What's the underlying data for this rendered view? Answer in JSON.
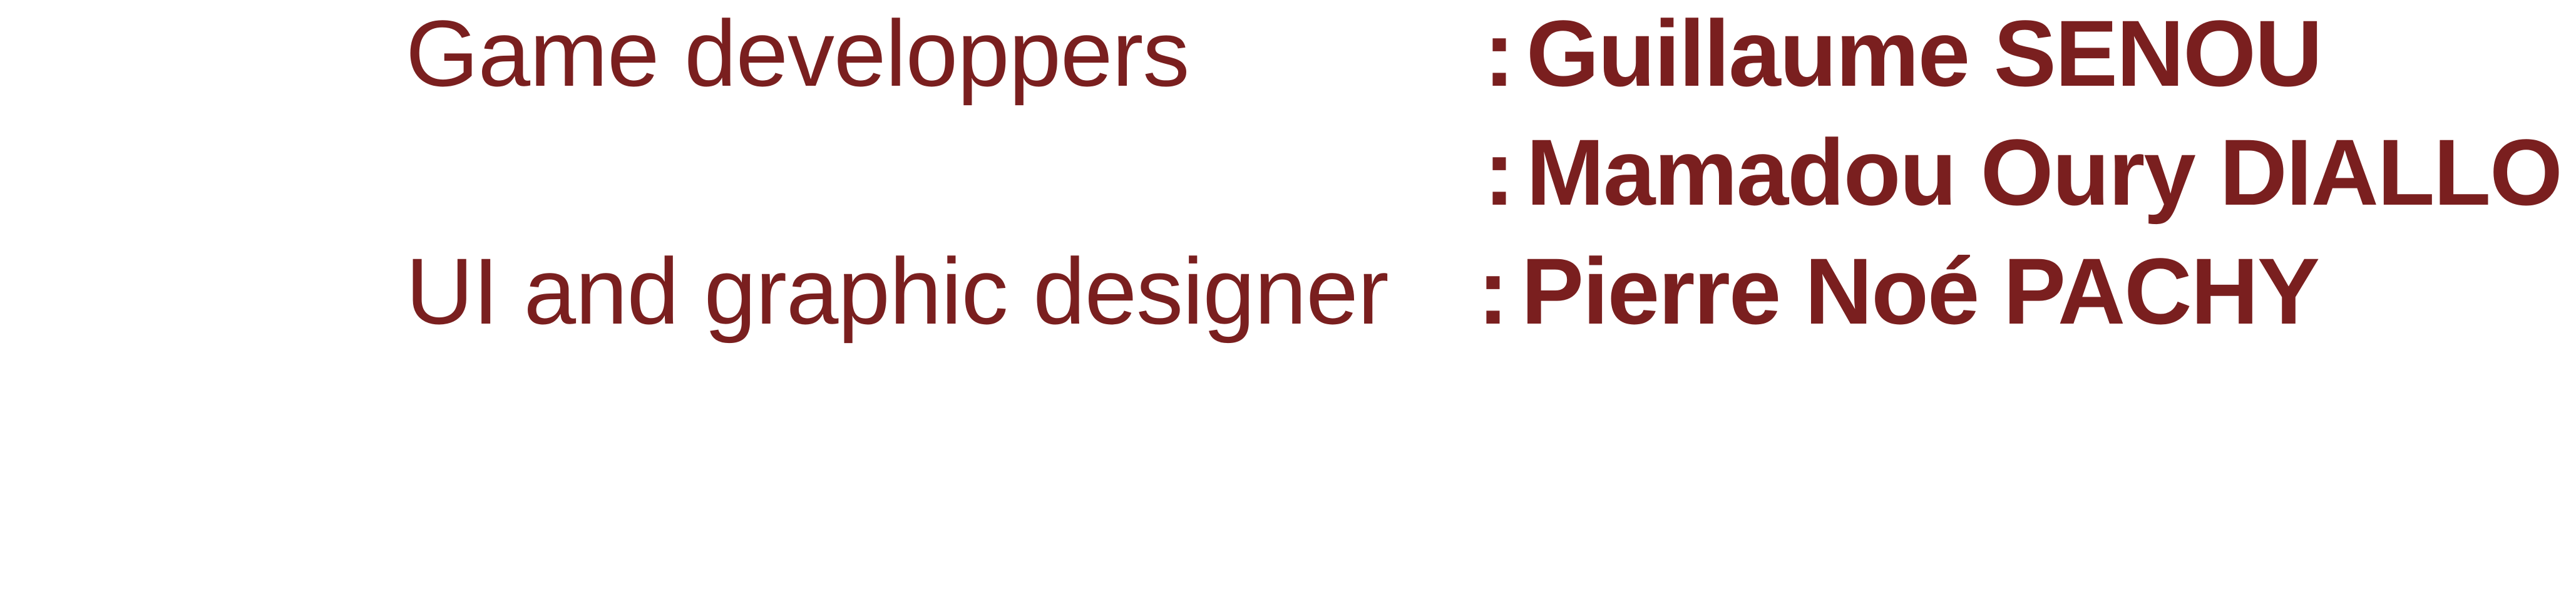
{
  "credits": [
    {
      "role": "Game developpers",
      "separator": ":",
      "name": "Guillaume SENOU"
    },
    {
      "role": "",
      "separator": ":",
      "name": "Mamadou Oury DIALLO"
    },
    {
      "role": "UI and graphic designer",
      "separator": ":",
      "name": "Pierre Noé PACHY"
    }
  ],
  "colors": {
    "text": "#7a1f1f",
    "background": "#ffffff"
  }
}
